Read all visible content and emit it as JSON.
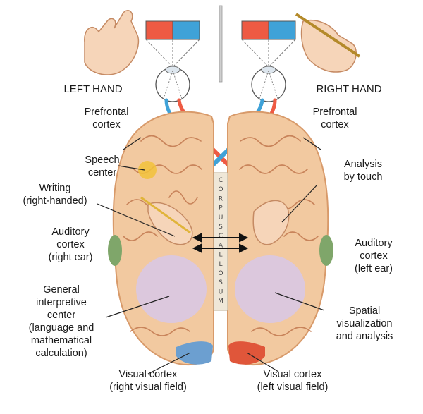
{
  "hands": {
    "left": "LEFT HAND",
    "right": "RIGHT HAND"
  },
  "corpus_callosum_letters": [
    "C",
    "O",
    "R",
    "P",
    "U",
    "S",
    "C",
    "A",
    "L",
    "L",
    "O",
    "S",
    "U",
    "M"
  ],
  "labels": {
    "prefrontal_left": "Prefrontal\ncortex",
    "prefrontal_right": "Prefrontal\ncortex",
    "speech_center": "Speech\ncenter",
    "writing": "Writing\n(right-handed)",
    "auditory_left": "Auditory\ncortex\n(right ear)",
    "general_interpretive": "General\ninterpretive\ncenter\n(language and\nmathematical\ncalculation)",
    "visual_left": "Visual cortex\n(right visual field)",
    "analysis_touch": "Analysis\nby touch",
    "auditory_right": "Auditory\ncortex\n(left ear)",
    "spatial": "Spatial\nvisualization\nand analysis",
    "visual_right": "Visual cortex\n(left visual field)"
  },
  "colors": {
    "brain": "#f2c9a0",
    "brain_outline": "#d89a6a",
    "gyri": "#c8835a",
    "interpretive": "#d9c8e3",
    "speech": "#f2c23a",
    "auditory": "#7fa66a",
    "visual_left": "#6c9fd0",
    "visual_right": "#e0563a",
    "field_red": "#ee5a43",
    "field_blue": "#3fa2d8"
  }
}
